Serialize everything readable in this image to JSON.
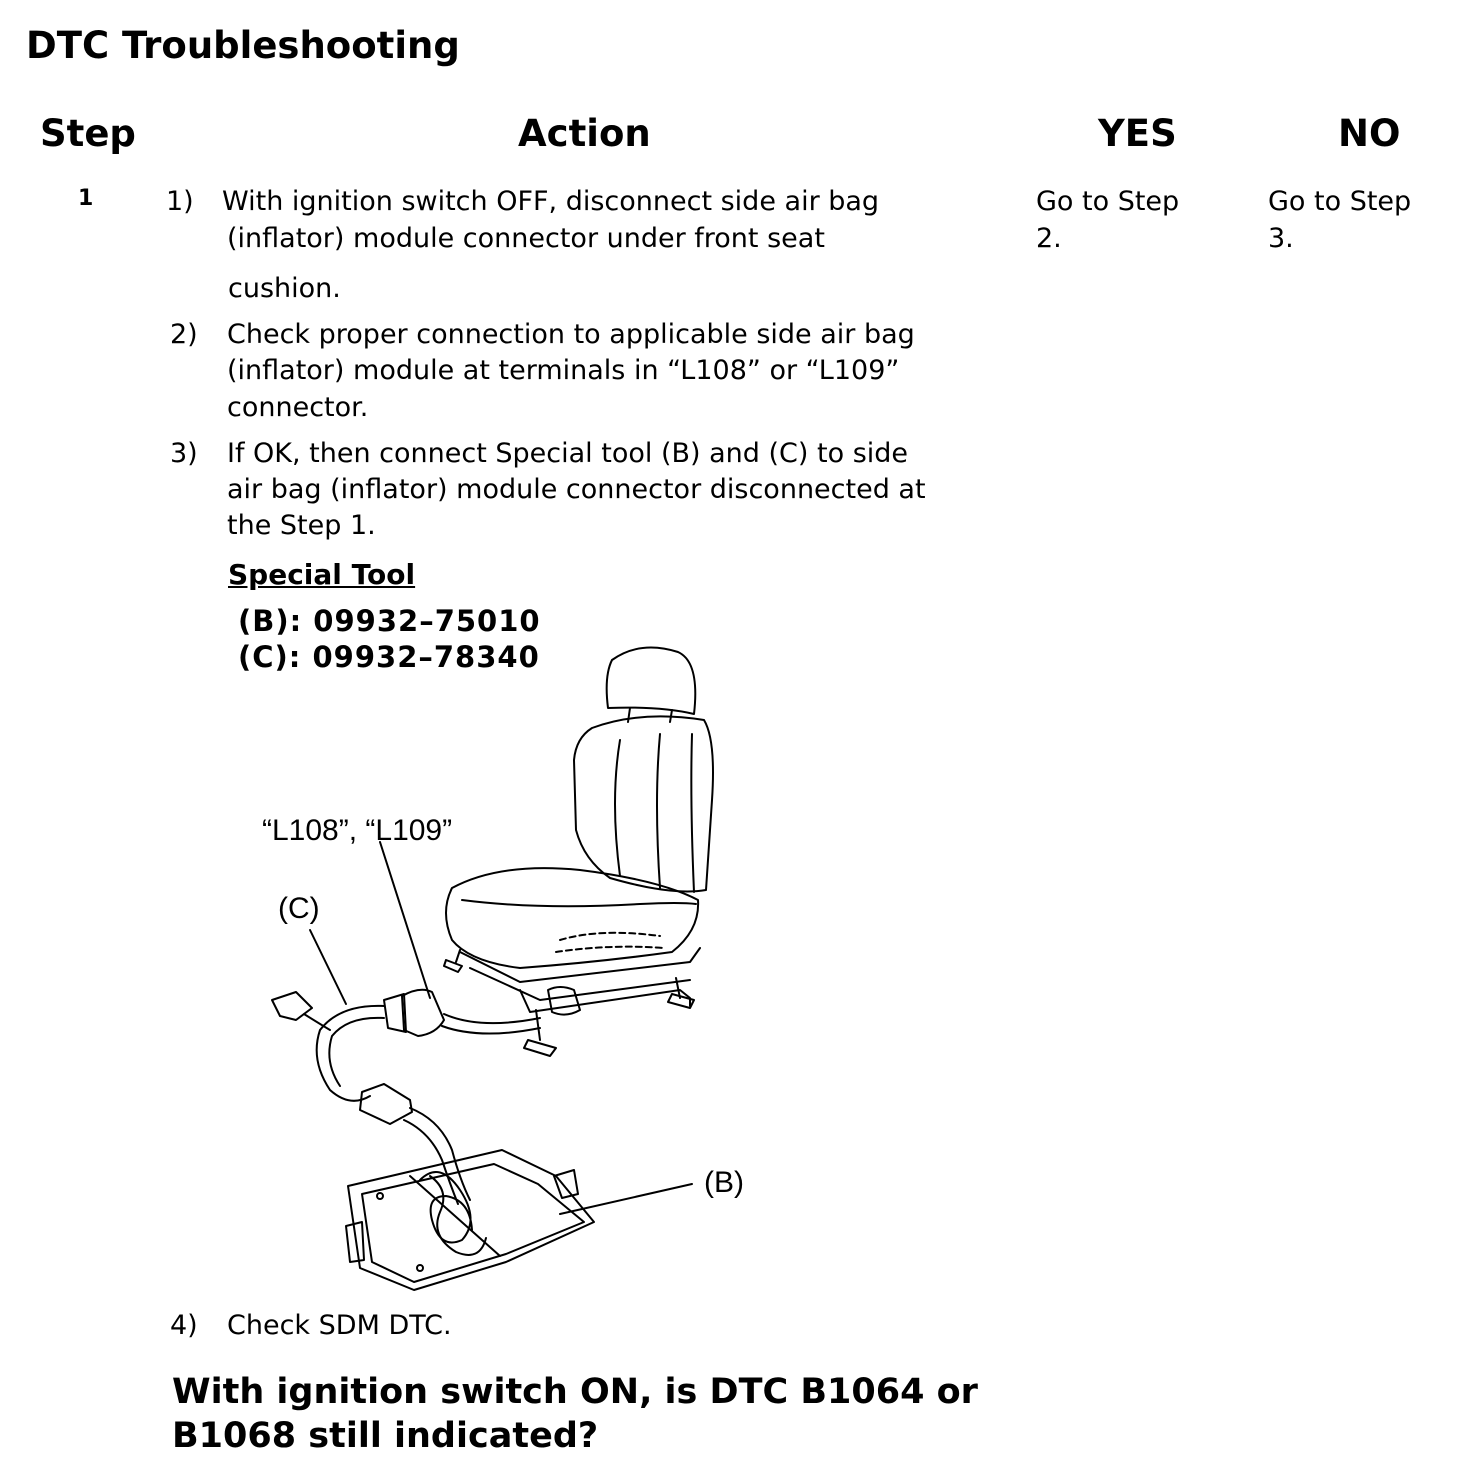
{
  "page_title": "DTC Troubleshooting",
  "table": {
    "headers": {
      "step": "Step",
      "action": "Action",
      "yes": "YES",
      "no": "NO"
    },
    "rows": [
      {
        "step": "1",
        "actions": [
          {
            "num": "1)",
            "lines": [
              "With ignition switch OFF, disconnect side air bag",
              "(inflator) module connector under front seat",
              "cushion."
            ]
          },
          {
            "num": "2)",
            "lines": [
              "Check proper connection to applicable side air bag",
              "(inflator) module at terminals in “L108” or “L109”",
              "connector."
            ]
          },
          {
            "num": "3)",
            "lines": [
              "If OK, then connect Special tool (B) and (C) to side",
              "air bag (inflator) module connector disconnected at",
              "the Step 1."
            ]
          },
          {
            "num": "4)",
            "lines": [
              "Check SDM DTC."
            ]
          }
        ],
        "special_tool": {
          "label": "Special Tool",
          "items": [
            "(B): 09932–75010",
            "(C): 09932–78340"
          ]
        },
        "figure_labels": {
          "connector": "“L108”, “L109”",
          "tool_c": "(C)",
          "tool_b": "(B)"
        },
        "question": [
          "With ignition switch ON, is DTC B1064 or",
          "B1068 still indicated?"
        ],
        "yes": [
          "Go to Step",
          "2."
        ],
        "no": [
          "Go to Step",
          "3."
        ]
      }
    ]
  }
}
